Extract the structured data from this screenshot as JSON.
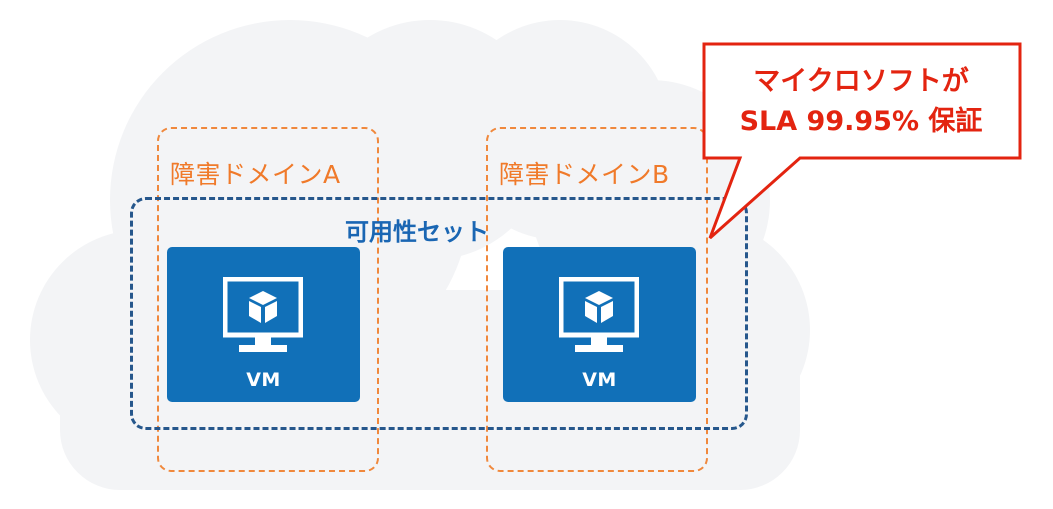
{
  "fault_domains": [
    {
      "label": "障害ドメインA"
    },
    {
      "label": "障害ドメインB"
    }
  ],
  "availability_set": {
    "label": "可用性セット"
  },
  "vms": [
    {
      "label": "VM",
      "icon": "vm-monitor-cube-icon"
    },
    {
      "label": "VM",
      "icon": "vm-monitor-cube-icon"
    }
  ],
  "callout": {
    "line1": "マイクロソフトが",
    "line2": "SLA 99.95% 保証"
  },
  "colors": {
    "cloud": "#f3f4f6",
    "fault_domain": "#f0883c",
    "availability_set": "#26578c",
    "availability_text": "#1a66b3",
    "vm_fill": "#1170b8",
    "callout_red": "#e32410"
  }
}
